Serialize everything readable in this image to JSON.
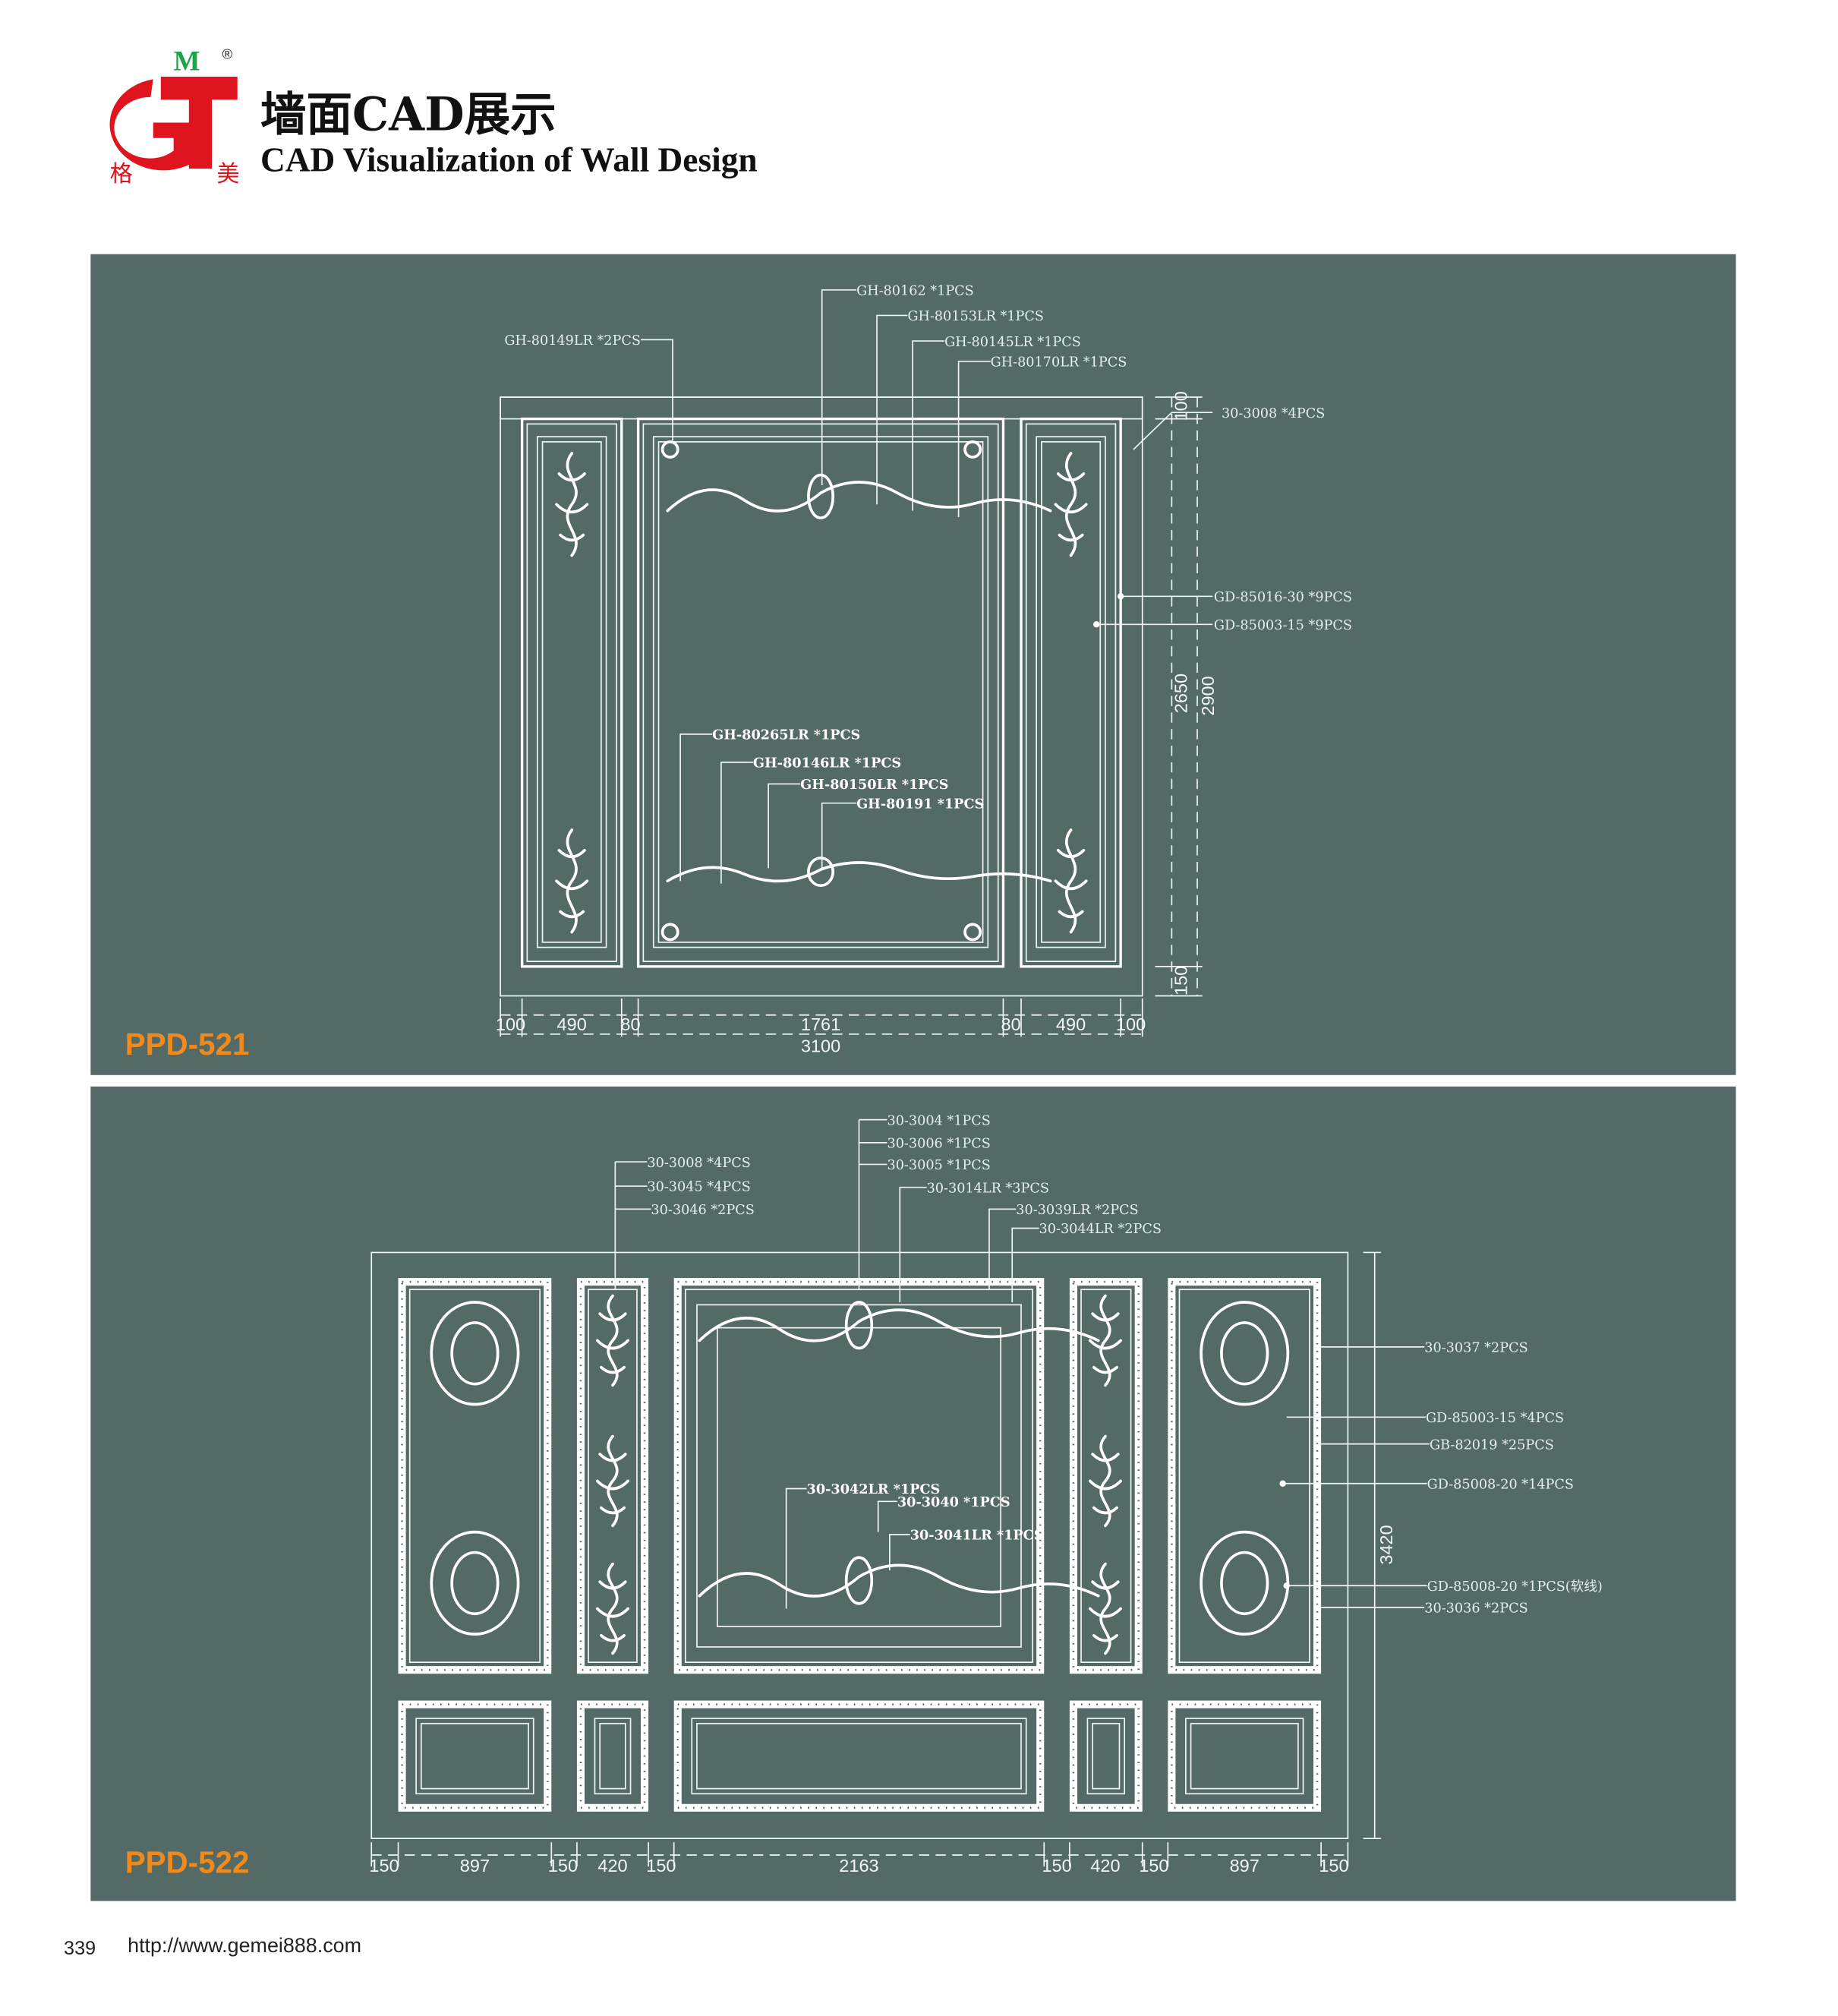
{
  "header": {
    "logo": {
      "letters": "GMT",
      "chinese": "格 美",
      "registered": "®"
    },
    "title_cn": "墙面CAD展示",
    "title_en": "CAD Visualization of Wall Design"
  },
  "colors": {
    "panel_bg": "#536a66",
    "code_orange": "#f08a1c",
    "logo_red": "#e0141e",
    "logo_green": "#1fa24a",
    "line": "#ffffff"
  },
  "drawings": [
    {
      "code": "PPD-521",
      "labels": [
        "GH-80162 *1PCS",
        "GH-80153LR *1PCS",
        "GH-80145LR *1PCS",
        "GH-80170LR *1PCS",
        "GH-80149LR *2PCS",
        "30-3008 *4PCS",
        "GD-85016-30 *9PCS",
        "GD-85003-15 *9PCS",
        "GH-80265LR *1PCS",
        "GH-80146LR *1PCS",
        "GH-80150LR *1PCS",
        "GH-80191 *1PCS"
      ],
      "dimensions_h": [
        "100",
        "490",
        "80",
        "1761",
        "80",
        "490",
        "100"
      ],
      "total_width": "3100",
      "dimensions_v": [
        "100",
        "2650",
        "2900",
        "150"
      ]
    },
    {
      "code": "PPD-522",
      "labels": [
        "30-3008 *4PCS",
        "30-3045 *4PCS",
        "30-3046 *2PCS",
        "30-3004 *1PCS",
        "30-3006 *1PCS",
        "30-3005 *1PCS",
        "30-3014LR *3PCS",
        "30-3039LR *2PCS",
        "30-3044LR *2PCS",
        "30-3037 *2PCS",
        "GD-85003-15 *4PCS",
        "GB-82019 *25PCS",
        "GD-85008-20 *14PCS",
        "GD-85008-20 *1PCS(软线)",
        "30-3036 *2PCS",
        "30-3042LR *1PCS",
        "30-3040 *1PCS",
        "30-3041LR *1PCS"
      ],
      "dimensions_h": [
        "150",
        "897",
        "150",
        "420",
        "150",
        "2163",
        "150",
        "420",
        "150",
        "897",
        "150"
      ],
      "dimensions_v": [
        "3420"
      ]
    }
  ],
  "footer": {
    "page_number": "339",
    "url": "http://www.gemei888.com"
  }
}
